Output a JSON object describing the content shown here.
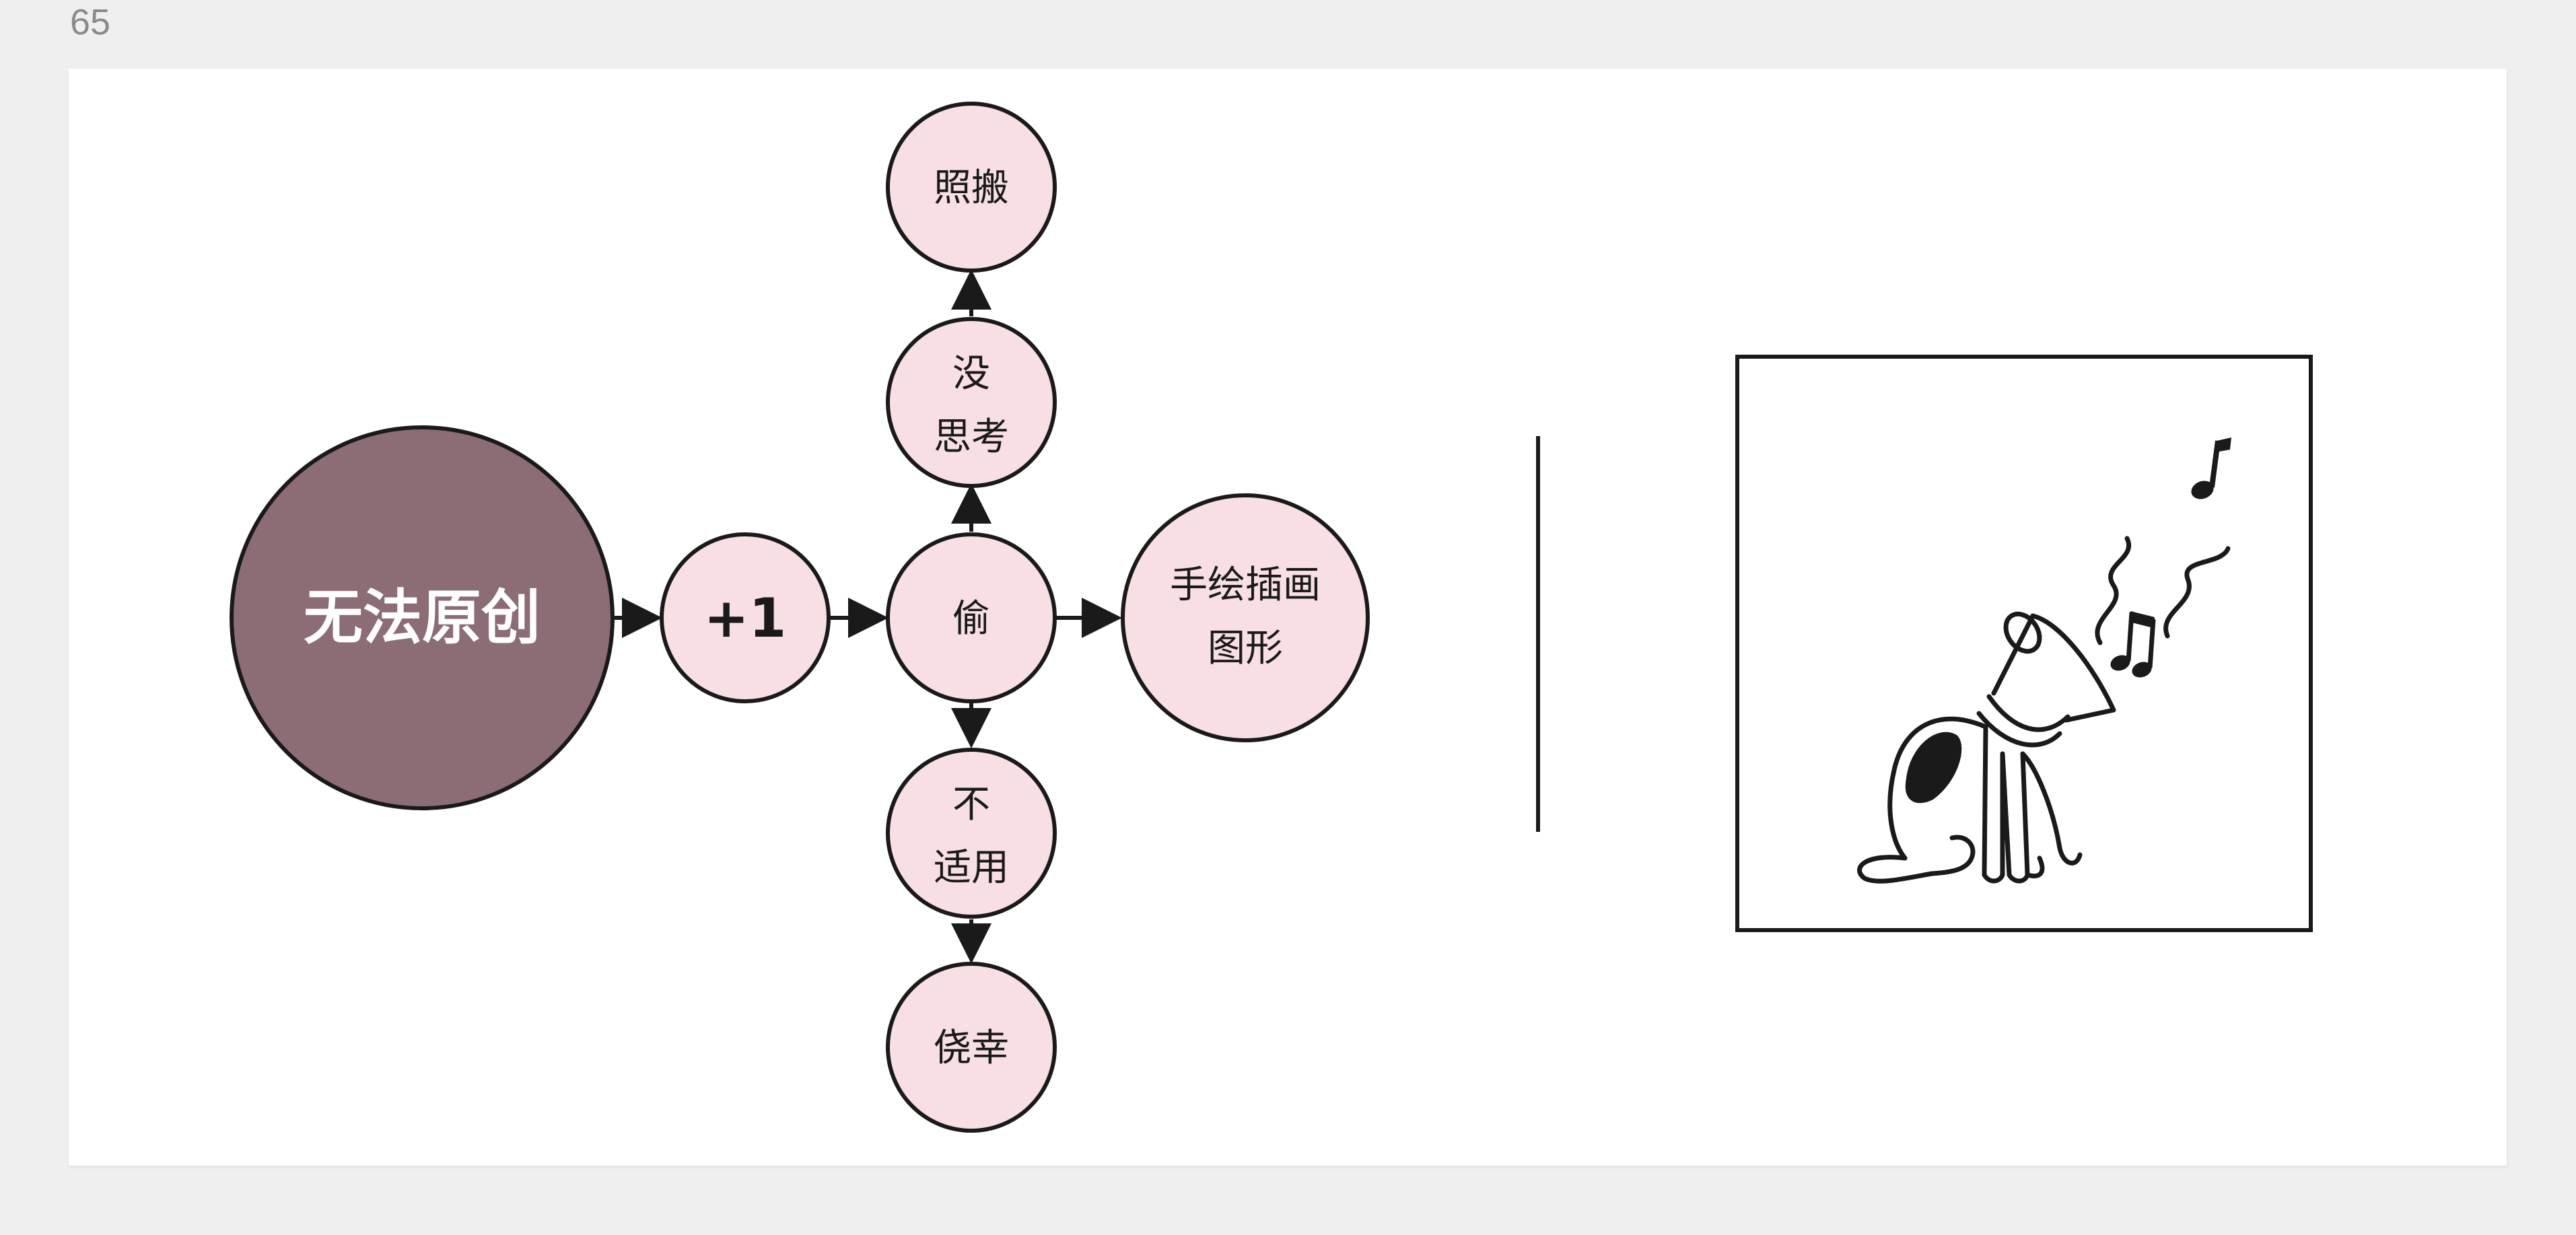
{
  "page_number": "65",
  "colors": {
    "main_fill": "#8c6d76",
    "node_fill": "#f7dfe4",
    "stroke": "#1a1a1a"
  },
  "nodes": {
    "main": "无法原创",
    "plus_one": "+1",
    "steal": "偷",
    "no_thinking": [
      "没",
      "思考"
    ],
    "copy": "照搬",
    "not_suitable": [
      "不",
      "适用"
    ],
    "luck": "侥幸",
    "hand_drawn": [
      "手绘插画",
      "图形"
    ]
  },
  "illustration": {
    "subject": "dog-listening-to-gramophone-horn",
    "icons": [
      "music-note-icon",
      "double-music-note-icon"
    ]
  }
}
